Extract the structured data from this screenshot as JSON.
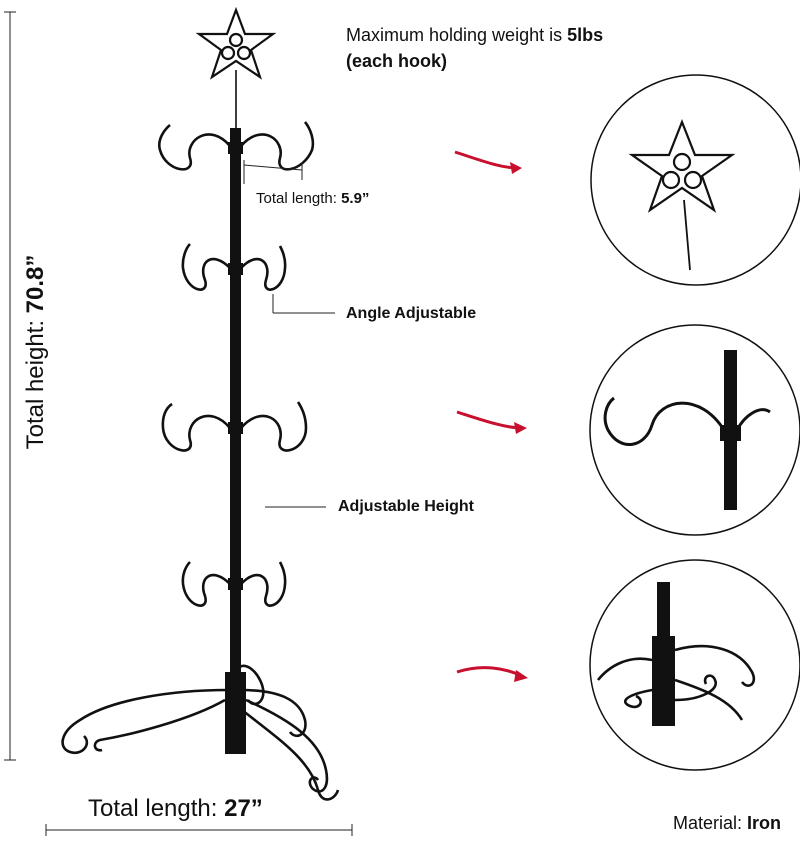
{
  "weight_note": {
    "prefix": "Maximum holding weight is ",
    "value": "5lbs",
    "suffix": "(each hook)"
  },
  "hook_length": {
    "prefix": "Total length: ",
    "value": "5.9”"
  },
  "labels": {
    "angle": "Angle Adjustable",
    "height": "Adjustable Height"
  },
  "total_height": {
    "prefix": "Total height: ",
    "value": "70.8”"
  },
  "total_length": {
    "prefix": "Total length: ",
    "value": "27”"
  },
  "material": {
    "prefix": "Material: ",
    "value": "Iron"
  },
  "colors": {
    "metal": "#111111",
    "arrow": "#c8102e",
    "dim": "#222222"
  }
}
